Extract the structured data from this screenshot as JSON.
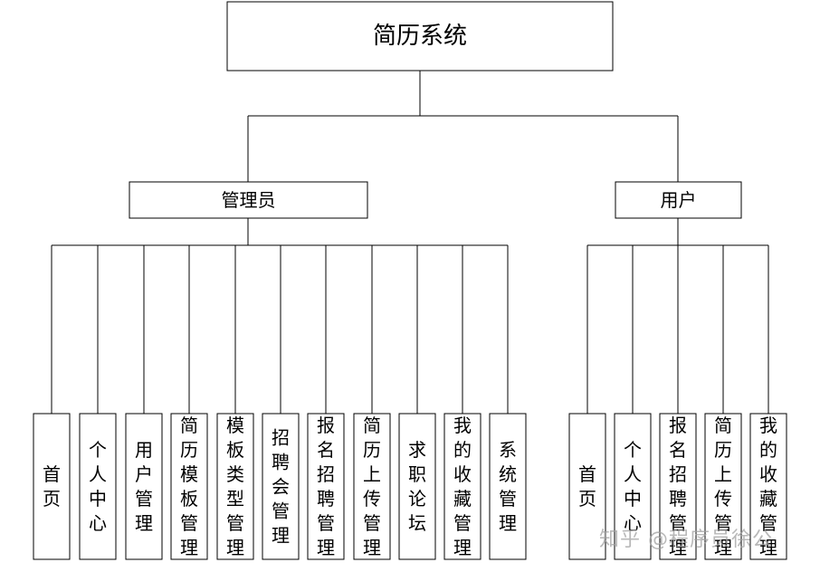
{
  "root": {
    "label": "简历系统"
  },
  "admin": {
    "label": "管理员",
    "children": [
      "首页",
      "个人中心",
      "用户管理",
      "简历模板管理",
      "模板类型管理",
      "招聘会管理",
      "报名招聘管理",
      "简历上传管理",
      "求职论坛",
      "我的收藏管理",
      "系统管理"
    ]
  },
  "user": {
    "label": "用户",
    "children": [
      "首页",
      "个人中心",
      "报名招聘管理",
      "简历上传管理",
      "我的收藏管理"
    ]
  },
  "watermark": {
    "text": "知乎 @程序员徐公"
  }
}
